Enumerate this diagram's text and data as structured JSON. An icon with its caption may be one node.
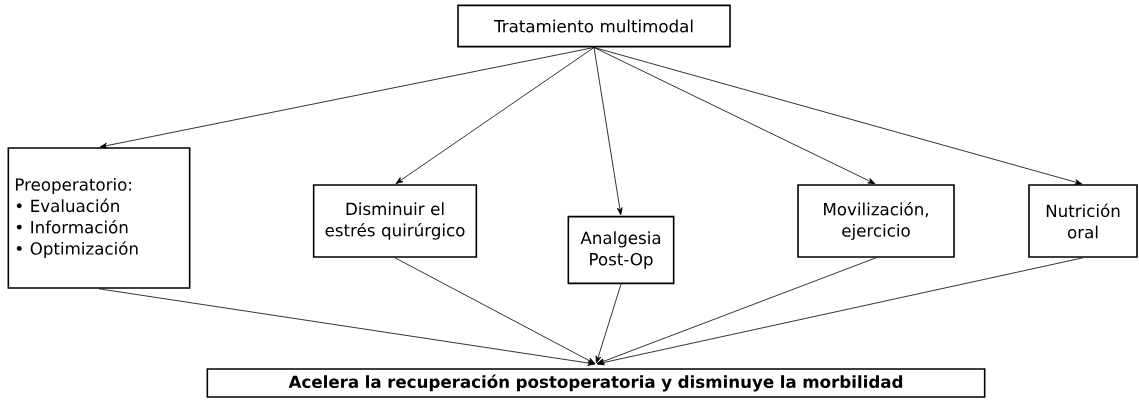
{
  "diagram": {
    "nodes": [
      {
        "text": [
          "Tratamiento multimodal"
        ]
      },
      {
        "text": [
          "Preoperatorio:",
          "• Evaluación",
          "• Información",
          "• Optimización"
        ]
      },
      {
        "text": [
          "Disminuir el estrés quirúrgico"
        ]
      },
      {
        "text": [
          "Analgesia Post-Op"
        ]
      },
      {
        "text": [
          "Movilización, ejercicio"
        ]
      },
      {
        "text": [
          "Nutrición oral"
        ]
      },
      {
        "text": [
          "Acelera la recuperación postoperatoria y disminuye la morbilidad"
        ]
      }
    ],
    "edges": [
      {
        "from": 0,
        "to": 1,
        "arrow": "to"
      },
      {
        "from": 0,
        "to": 2,
        "arrow": "to"
      },
      {
        "from": 0,
        "to": 3,
        "arrow": "to"
      },
      {
        "from": 0,
        "to": 4,
        "arrow": "to"
      },
      {
        "from": 0,
        "to": 5,
        "arrow": "to"
      },
      {
        "from": 1,
        "to": 6,
        "arrow": "to"
      },
      {
        "from": 2,
        "to": 6,
        "arrow": "to"
      },
      {
        "from": 3,
        "to": 6,
        "arrow": "to"
      },
      {
        "from": 4,
        "to": 6,
        "arrow": "to"
      },
      {
        "from": 5,
        "to": 6,
        "arrow": "to"
      }
    ]
  }
}
